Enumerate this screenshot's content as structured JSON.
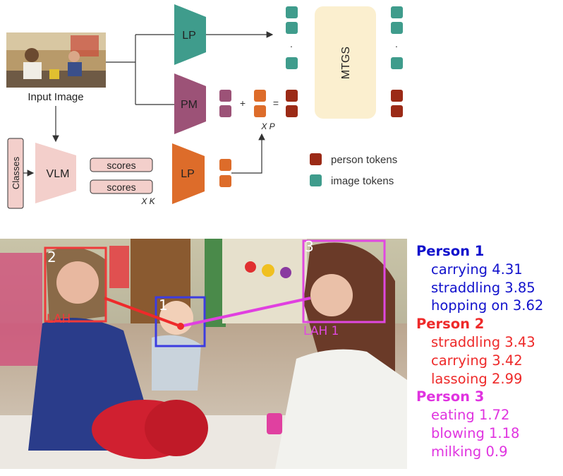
{
  "diagram": {
    "input_image_label": "Input Image",
    "classes_label": "Classes",
    "vlm_label": "VLM",
    "scores_labels": [
      "scores",
      "scores"
    ],
    "times_k": "X K",
    "times_p": "X P",
    "lp_label": "LP",
    "pm_label": "PM",
    "plus": "+",
    "equals": "=",
    "dot": "·",
    "mtgs_label": "MTGS",
    "legend": [
      {
        "label": "person tokens",
        "color": "#9b2a16"
      },
      {
        "label": "image tokens",
        "color": "#3f9c8c"
      }
    ],
    "colors": {
      "lp_top": "#3f9c8c",
      "pm": "#9c5277",
      "lp_bottom": "#dd6c2a",
      "vlm": "#f3cfcb",
      "mtgs": "#fbefcf",
      "person_token": "#9b2a16",
      "image_token": "#3f9c8c",
      "pm_token": "#9c5277",
      "lp_token": "#dd6c2a"
    }
  },
  "photo": {
    "boxes": [
      {
        "id": "2",
        "tag": "LAH",
        "color": "#ee3a3a"
      },
      {
        "id": "1",
        "tag": "",
        "color": "#3c3ce0"
      },
      {
        "id": "3",
        "tag": "LAH  1",
        "color": "#e048e0"
      }
    ]
  },
  "predictions": [
    {
      "person": "Person 1",
      "color": "#1111cc",
      "items": [
        "carrying 4.31",
        "straddling 3.85",
        "hopping on 3.62"
      ]
    },
    {
      "person": "Person 2",
      "color": "#ee2a2a",
      "items": [
        "straddling 3.43",
        "carrying 3.42",
        "lassoing 2.99"
      ]
    },
    {
      "person": "Person 3",
      "color": "#e033e0",
      "items": [
        "eating 1.72",
        "blowing 1.18",
        "milking 0.9"
      ]
    }
  ]
}
